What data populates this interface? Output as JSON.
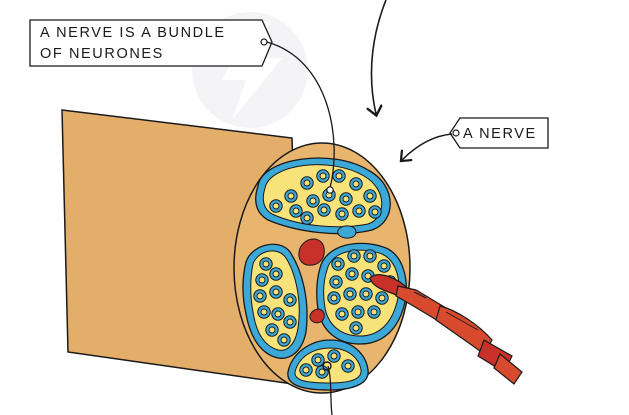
{
  "labels": {
    "bundle_line1": "A NERVE IS A BUNDLE",
    "bundle_line2": "OF NEURONES",
    "nerve": "A NERVE"
  },
  "colors": {
    "nerve_outer": "#E3AE6A",
    "nerve_face": "#E8B56E",
    "fascicle_fill": "#F8E27A",
    "sheath_blue": "#3BA8D8",
    "axon_ring": "#3BA8D8",
    "axon_core": "#F8E27A",
    "blood_vessel": "#C8302A",
    "probe": "#D84A2E",
    "outline": "#1a1a1a"
  },
  "icons": {
    "watermark": "lightning-bolt-watermark-icon",
    "probe": "electrode-probe-icon"
  }
}
